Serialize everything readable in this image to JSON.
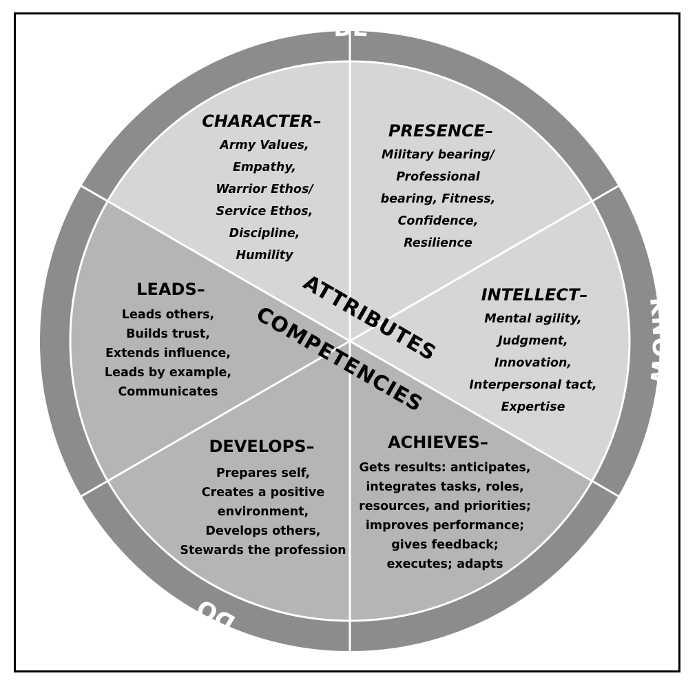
{
  "ring": {
    "be": "BE",
    "know": "KNOW",
    "do": "DO"
  },
  "center": {
    "attributes": "ATTRIBUTES",
    "competencies": "COMPETENCIES"
  },
  "segments": {
    "character": {
      "title": "CHARACTER",
      "lines": [
        "Army Values,",
        "Empathy,",
        "Warrior Ethos/",
        "Service Ethos,",
        "Discipline,",
        "Humility"
      ]
    },
    "presence": {
      "title": "PRESENCE",
      "lines": [
        "Military bearing/",
        "Professional",
        "bearing, Fitness,",
        "Confidence,",
        "Resilience"
      ]
    },
    "intellect": {
      "title": "INTELLECT",
      "lines": [
        "Mental agility,",
        "Judgment,",
        "Innovation,",
        "Interpersonal tact,",
        "Expertise"
      ]
    },
    "leads": {
      "title": "LEADS",
      "lines": [
        "Leads others,",
        "Builds trust,",
        "Extends influence,",
        "Leads by example,",
        "Communicates"
      ]
    },
    "develops": {
      "title": "DEVELOPS",
      "lines": [
        "Prepares self,",
        "Creates a positive",
        "environment,",
        "Develops others,",
        "Stewards the profession"
      ]
    },
    "achieves": {
      "title": "ACHIEVES",
      "lines": [
        "Gets results: anticipates,",
        "integrates tasks, roles,",
        "resources, and priorities;",
        "improves performance;",
        "gives feedback;",
        "executes; adapts"
      ]
    }
  },
  "colors": {
    "ring": "#8c8c8c",
    "attributes_fill": "#d6d6d6",
    "competencies_fill": "#b5b5b5",
    "divider": "#ffffff"
  }
}
